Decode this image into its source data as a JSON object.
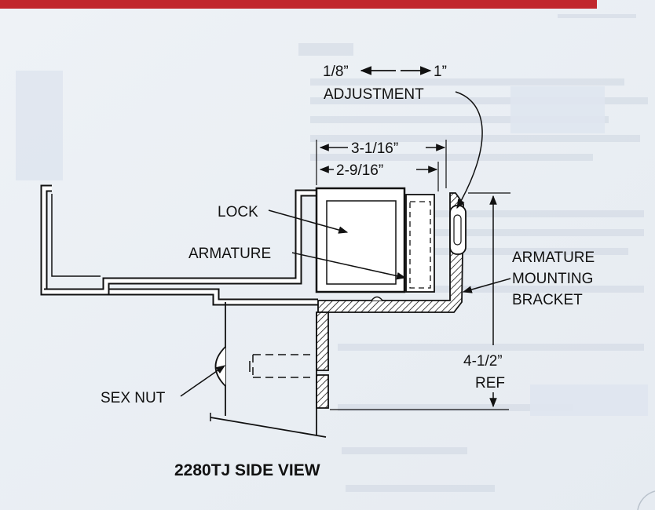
{
  "colors": {
    "top_rule": "#c1272d",
    "background": "#f1f4f7",
    "ink": "#111111"
  },
  "labels": {
    "dim_min": "1/8”",
    "dim_max": "1”",
    "adjustment": "ADJUSTMENT",
    "dim_outer": "3-1/16”",
    "dim_inner": "2-9/16”",
    "lock": "LOCK",
    "armature": "ARMATURE",
    "bracket_line1": "ARMATURE",
    "bracket_line2": "MOUNTING",
    "bracket_line3": "BRACKET",
    "height_value": "4-1/2”",
    "height_ref": "REF",
    "sex_nut": "SEX NUT"
  },
  "caption": "2280TJ SIDE VIEW"
}
